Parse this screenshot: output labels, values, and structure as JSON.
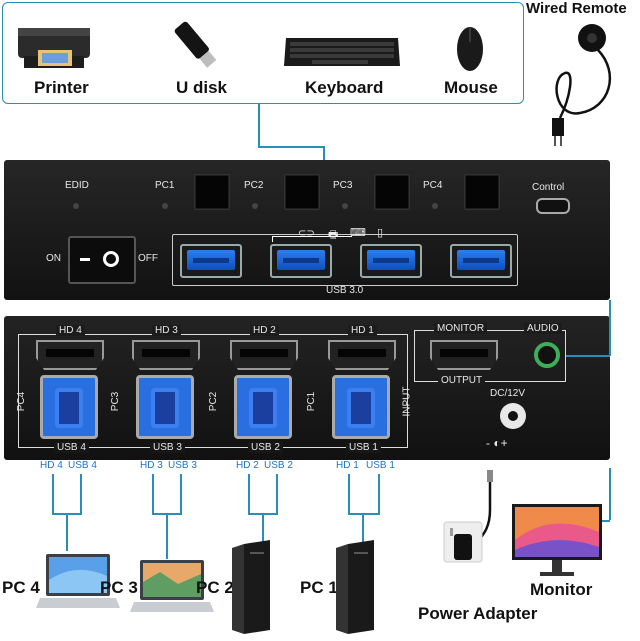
{
  "top_devices": {
    "printer": "Printer",
    "udisk": "U disk",
    "keyboard": "Keyboard",
    "mouse": "Mouse"
  },
  "wired_remote": "Wired Remote",
  "front_panel": {
    "edid": "EDID",
    "pc1": "PC1",
    "pc2": "PC2",
    "pc3": "PC3",
    "pc4": "PC4",
    "control": "Control",
    "on": "ON",
    "off": "OFF",
    "usb30": "USB 3.0"
  },
  "rear_panel": {
    "hd4": "HD 4",
    "hd3": "HD 3",
    "hd2": "HD 2",
    "hd1": "HD 1",
    "pc4": "PC4",
    "pc3": "PC3",
    "pc2": "PC2",
    "pc1": "PC1",
    "input": "INPUT",
    "usb4": "USB 4",
    "usb3": "USB 3",
    "usb2": "USB 2",
    "usb1": "USB 1",
    "monitor": "MONITOR",
    "audio": "AUDIO",
    "output": "OUTPUT",
    "dc": "DC/12V"
  },
  "cable_labels": {
    "pc4_hd": "HD 4",
    "pc4_usb": "USB 4",
    "pc3_hd": "HD 3",
    "pc3_usb": "USB 3",
    "pc2_hd": "HD 2",
    "pc2_usb": "USB 2",
    "pc1_hd": "HD 1",
    "pc1_usb": "USB 1"
  },
  "bottom_devices": {
    "pc4": "PC 4",
    "pc3": "PC 3",
    "pc2": "PC 2",
    "pc1": "PC 1",
    "power": "Power Adapter",
    "monitor": "Monitor"
  },
  "colors": {
    "cable": "#2a8fb8",
    "usb_blue": "#2c7ff0",
    "panel": "#151515"
  }
}
